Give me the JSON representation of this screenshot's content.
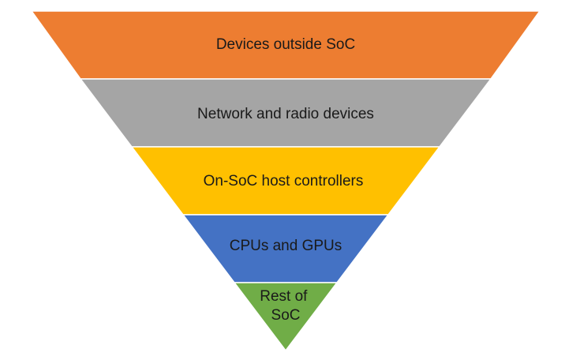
{
  "pyramid": {
    "layers": [
      {
        "lines": [
          "Devices outside SoC"
        ],
        "color": "#ED7D31"
      },
      {
        "lines": [
          "Network and radio devices"
        ],
        "color": "#A5A5A5"
      },
      {
        "lines": [
          "On-SoC host controllers"
        ],
        "color": "#FFC000"
      },
      {
        "lines": [
          "CPUs and GPUs"
        ],
        "color": "#4472C4"
      },
      {
        "lines": [
          "Rest of",
          "SoC"
        ],
        "color": "#70AD47"
      }
    ]
  }
}
